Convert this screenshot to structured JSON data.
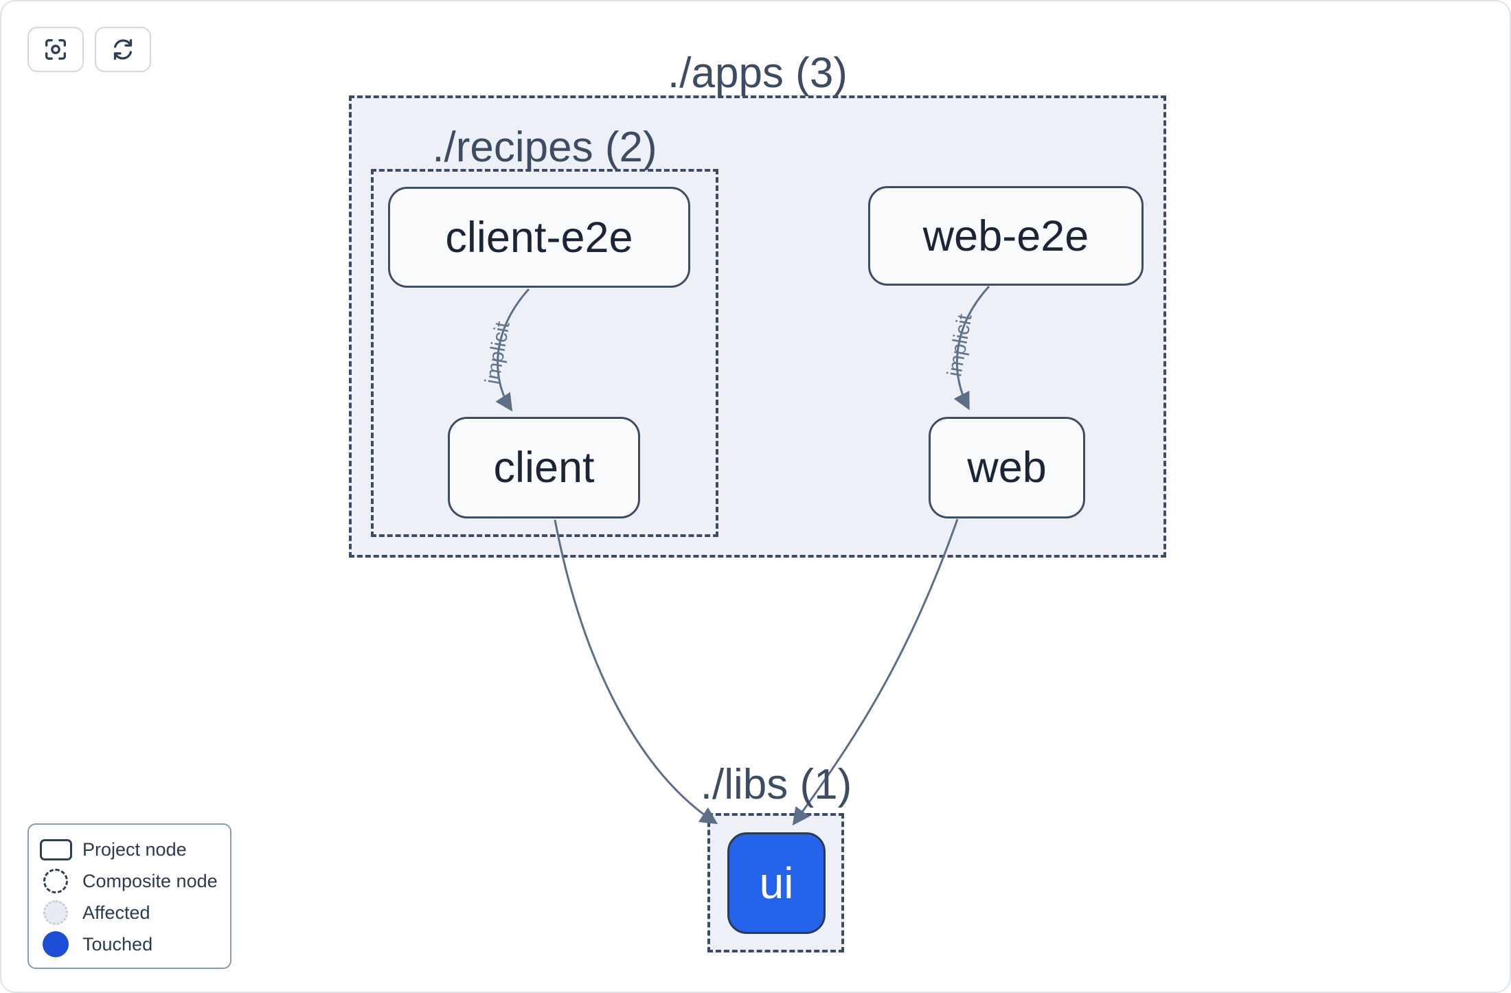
{
  "toolbar": {
    "buttons": [
      {
        "id": "center-graph",
        "icon": "crosshair-icon"
      },
      {
        "id": "refresh-graph",
        "icon": "refresh-icon"
      }
    ]
  },
  "graph": {
    "groups": [
      {
        "id": "apps",
        "label": "./apps (3)",
        "count": 3
      },
      {
        "id": "recipes",
        "label": "./recipes (2)",
        "count": 2
      },
      {
        "id": "libs",
        "label": "./libs (1)",
        "count": 1
      }
    ],
    "nodes": [
      {
        "id": "client-e2e",
        "label": "client-e2e",
        "state": "default"
      },
      {
        "id": "web-e2e",
        "label": "web-e2e",
        "state": "default"
      },
      {
        "id": "client",
        "label": "client",
        "state": "default"
      },
      {
        "id": "web",
        "label": "web",
        "state": "default"
      },
      {
        "id": "ui",
        "label": "ui",
        "state": "touched"
      }
    ],
    "edges": [
      {
        "from": "client-e2e",
        "to": "client",
        "label": "implicit"
      },
      {
        "from": "web-e2e",
        "to": "web",
        "label": "implicit"
      },
      {
        "from": "client",
        "to": "ui",
        "label": ""
      },
      {
        "from": "web",
        "to": "ui",
        "label": ""
      }
    ]
  },
  "legend": {
    "items": [
      {
        "icon": "project-node-icon",
        "label": "Project node"
      },
      {
        "icon": "composite-node-icon",
        "label": "Composite node"
      },
      {
        "icon": "affected-icon",
        "label": "Affected"
      },
      {
        "icon": "touched-icon",
        "label": "Touched"
      }
    ]
  },
  "colors": {
    "touched_node_fill": "#2563eb",
    "legend_touched_fill": "#1d4ed8",
    "node_fill": "#fafbfd",
    "node_border": "#3f4d63",
    "group_fill": "#edf1f7",
    "group_border": "#3e4c63",
    "edge": "#5d6e87",
    "canvas_bg": "#ffffff"
  }
}
